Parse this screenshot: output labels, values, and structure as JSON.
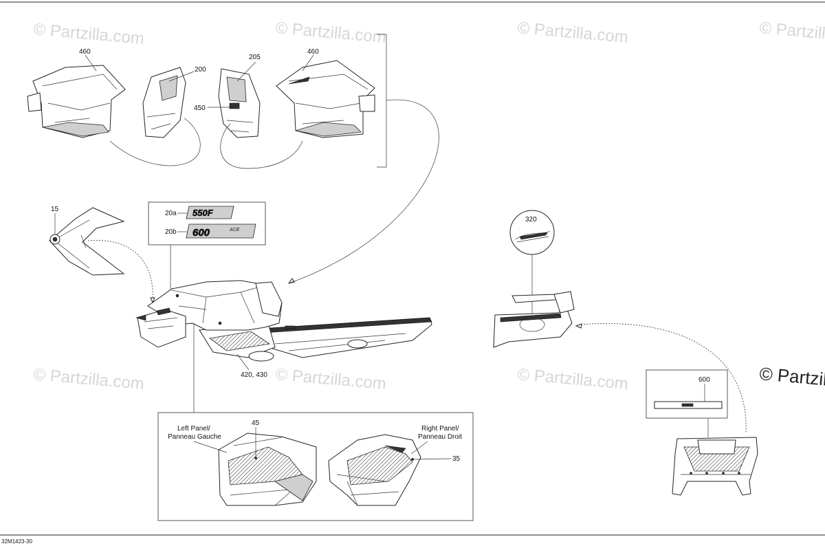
{
  "watermarks": {
    "text": "© Partzilla.com",
    "corner_text": "© Partzilla"
  },
  "callouts": {
    "c460_left": "460",
    "c200": "200",
    "c205": "205",
    "c450": "450",
    "c460_right": "460",
    "c15": "15",
    "c20a": "20a",
    "c20b": "20b",
    "c320": "320",
    "c420_430": "420, 430",
    "c600": "600",
    "c45": "45",
    "c35": "35"
  },
  "decals": {
    "d20a_text": "550F",
    "d20b_text": "600",
    "d20b_suffix": "ACE"
  },
  "panel_labels": {
    "left_line1": "Left Panel/",
    "left_line2": "Panneau Gauche",
    "right_line1": "Right Panel/",
    "right_line2": "Panneau Droit"
  },
  "drawing_code": "32M1423-30"
}
